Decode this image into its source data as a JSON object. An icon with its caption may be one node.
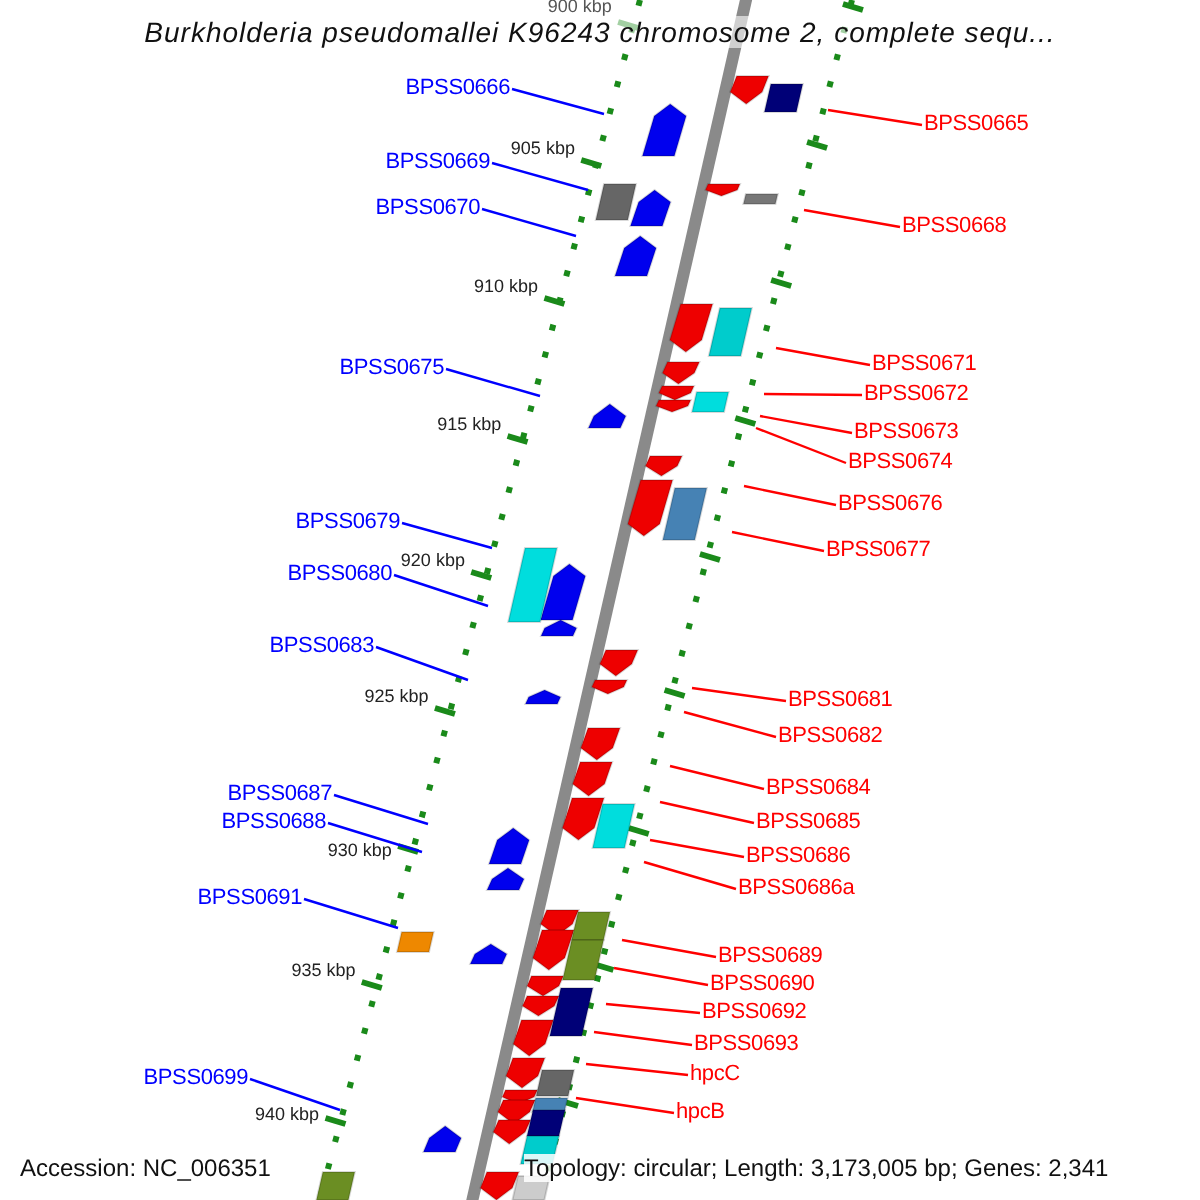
{
  "diagram": {
    "title": "Burkholderia pseudomallei K96243 chromosome 2, complete sequ...",
    "nodes": [
      {
        "text": [
          "BPSS0666"
        ]
      },
      {
        "text": [
          "BPSS0665"
        ]
      },
      {
        "text": [
          "BPSS0669"
        ]
      },
      {
        "text": [
          "BPSS0670"
        ]
      },
      {
        "text": [
          "BPSS0668"
        ]
      },
      {
        "text": [
          "BPSS0671"
        ]
      },
      {
        "text": [
          "BPSS0675"
        ]
      },
      {
        "text": [
          "BPSS0672"
        ]
      },
      {
        "text": [
          "BPSS0673"
        ]
      },
      {
        "text": [
          "BPSS0674"
        ]
      },
      {
        "text": [
          "BPSS0676"
        ]
      },
      {
        "text": [
          "BPSS0679"
        ]
      },
      {
        "text": [
          "BPSS0677"
        ]
      },
      {
        "text": [
          "BPSS0680"
        ]
      },
      {
        "text": [
          "BPSS0683"
        ]
      },
      {
        "text": [
          "BPSS0681"
        ]
      },
      {
        "text": [
          "BPSS0682"
        ]
      },
      {
        "text": [
          "BPSS0684"
        ]
      },
      {
        "text": [
          "BPSS0687"
        ]
      },
      {
        "text": [
          "BPSS0685"
        ]
      },
      {
        "text": [
          "BPSS0688"
        ]
      },
      {
        "text": [
          "BPSS0686"
        ]
      },
      {
        "text": [
          "BPSS0686a"
        ]
      },
      {
        "text": [
          "BPSS0691"
        ]
      },
      {
        "text": [
          "BPSS0689"
        ]
      },
      {
        "text": [
          "BPSS0690"
        ]
      },
      {
        "text": [
          "BPSS0692"
        ]
      },
      {
        "text": [
          "BPSS0693"
        ]
      },
      {
        "text": [
          "hpcC"
        ]
      },
      {
        "text": [
          "BPSS0699"
        ]
      },
      {
        "text": [
          "hpcB"
        ]
      }
    ],
    "edges": [
      {
        "from": 0,
        "to": null,
        "arrow": "none",
        "color": "#0000ff"
      },
      {
        "from": 1,
        "to": null,
        "arrow": "none",
        "color": "#ff0000"
      },
      {
        "from": 2,
        "to": null,
        "arrow": "none",
        "color": "#0000ff"
      },
      {
        "from": 3,
        "to": null,
        "arrow": "none",
        "color": "#0000ff"
      },
      {
        "from": 4,
        "to": null,
        "arrow": "none",
        "color": "#ff0000"
      },
      {
        "from": 5,
        "to": null,
        "arrow": "none",
        "color": "#ff0000"
      },
      {
        "from": 6,
        "to": null,
        "arrow": "none",
        "color": "#0000ff"
      },
      {
        "from": 7,
        "to": null,
        "arrow": "none",
        "color": "#ff0000"
      },
      {
        "from": 8,
        "to": null,
        "arrow": "none",
        "color": "#ff0000"
      },
      {
        "from": 9,
        "to": null,
        "arrow": "none",
        "color": "#ff0000"
      },
      {
        "from": 10,
        "to": null,
        "arrow": "none",
        "color": "#ff0000"
      },
      {
        "from": 11,
        "to": null,
        "arrow": "none",
        "color": "#0000ff"
      },
      {
        "from": 12,
        "to": null,
        "arrow": "none",
        "color": "#ff0000"
      },
      {
        "from": 13,
        "to": null,
        "arrow": "none",
        "color": "#0000ff"
      },
      {
        "from": 14,
        "to": null,
        "arrow": "none",
        "color": "#0000ff"
      },
      {
        "from": 15,
        "to": null,
        "arrow": "none",
        "color": "#ff0000"
      },
      {
        "from": 16,
        "to": null,
        "arrow": "none",
        "color": "#ff0000"
      },
      {
        "from": 17,
        "to": null,
        "arrow": "none",
        "color": "#ff0000"
      },
      {
        "from": 18,
        "to": null,
        "arrow": "none",
        "color": "#0000ff"
      },
      {
        "from": 19,
        "to": null,
        "arrow": "none",
        "color": "#ff0000"
      },
      {
        "from": 20,
        "to": null,
        "arrow": "none",
        "color": "#0000ff"
      },
      {
        "from": 21,
        "to": null,
        "arrow": "none",
        "color": "#ff0000"
      },
      {
        "from": 22,
        "to": null,
        "arrow": "none",
        "color": "#ff0000"
      },
      {
        "from": 23,
        "to": null,
        "arrow": "none",
        "color": "#0000ff"
      },
      {
        "from": 24,
        "to": null,
        "arrow": "none",
        "color": "#ff0000"
      },
      {
        "from": 25,
        "to": null,
        "arrow": "none",
        "color": "#ff0000"
      },
      {
        "from": 26,
        "to": null,
        "arrow": "none",
        "color": "#ff0000"
      },
      {
        "from": 27,
        "to": null,
        "arrow": "none",
        "color": "#ff0000"
      },
      {
        "from": 28,
        "to": null,
        "arrow": "none",
        "color": "#ff0000"
      },
      {
        "from": 29,
        "to": null,
        "arrow": "none",
        "color": "#0000ff"
      },
      {
        "from": 30,
        "to": null,
        "arrow": "none",
        "color": "#ff0000"
      }
    ],
    "labels": [
      "900 kbp",
      "905 kbp",
      "910 kbp",
      "915 kbp",
      "920 kbp",
      "925 kbp",
      "930 kbp",
      "935 kbp",
      "940 kbp",
      "Accession: NC_006351",
      "Topology: circular; Length: 3,173,005 bp; Genes: 2,341"
    ]
  }
}
